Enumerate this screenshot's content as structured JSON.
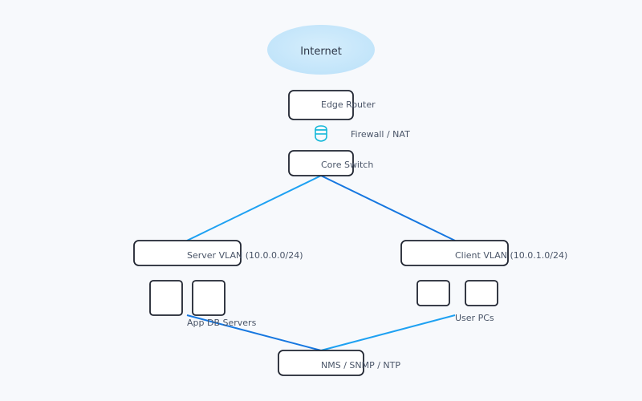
{
  "nodes": {
    "internet": "Internet",
    "edge_router": "Edge Router",
    "firewall": "Firewall / NAT",
    "core_switch": "Core Switch",
    "server_vlan": "Server VLAN (10.0.0.0/24)",
    "client_vlan": "Client VLAN (10.0.1.0/24)",
    "servers": "App DB Servers",
    "user_pcs": "User PCs",
    "nms": "NMS / SNMP / NTP"
  },
  "icons": {
    "firewall": "firewall-icon"
  },
  "colors": {
    "internet_fill": "#c9e8fb",
    "link": "#1ea1f2",
    "link_dark": "#1677e0",
    "firewall_icon": "#14b8d9",
    "box_stroke": "#1f2430"
  }
}
